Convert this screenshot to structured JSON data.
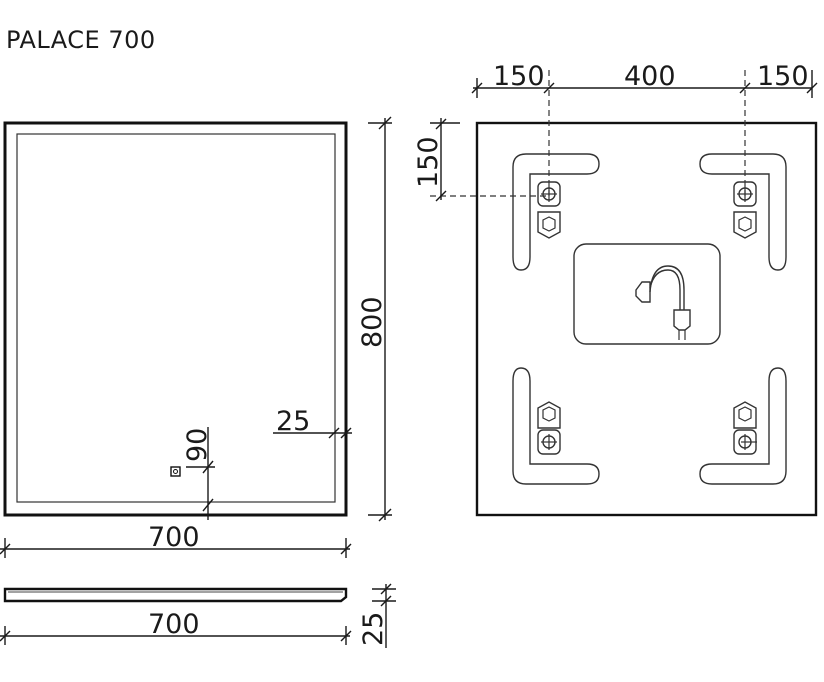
{
  "title": "PALACE 700",
  "front_view": {
    "height_label": "800",
    "width_label": "700",
    "frame_offset_label": "25",
    "switch_height_label": "90",
    "switch_icon": "power-icon"
  },
  "back_view": {
    "left_offset_label": "150",
    "center_spacing_label": "400",
    "right_offset_label": "150",
    "top_offset_label": "150",
    "cable_icon": "power-plug-icon"
  },
  "side_view": {
    "width_label": "700",
    "depth_label": "25"
  }
}
